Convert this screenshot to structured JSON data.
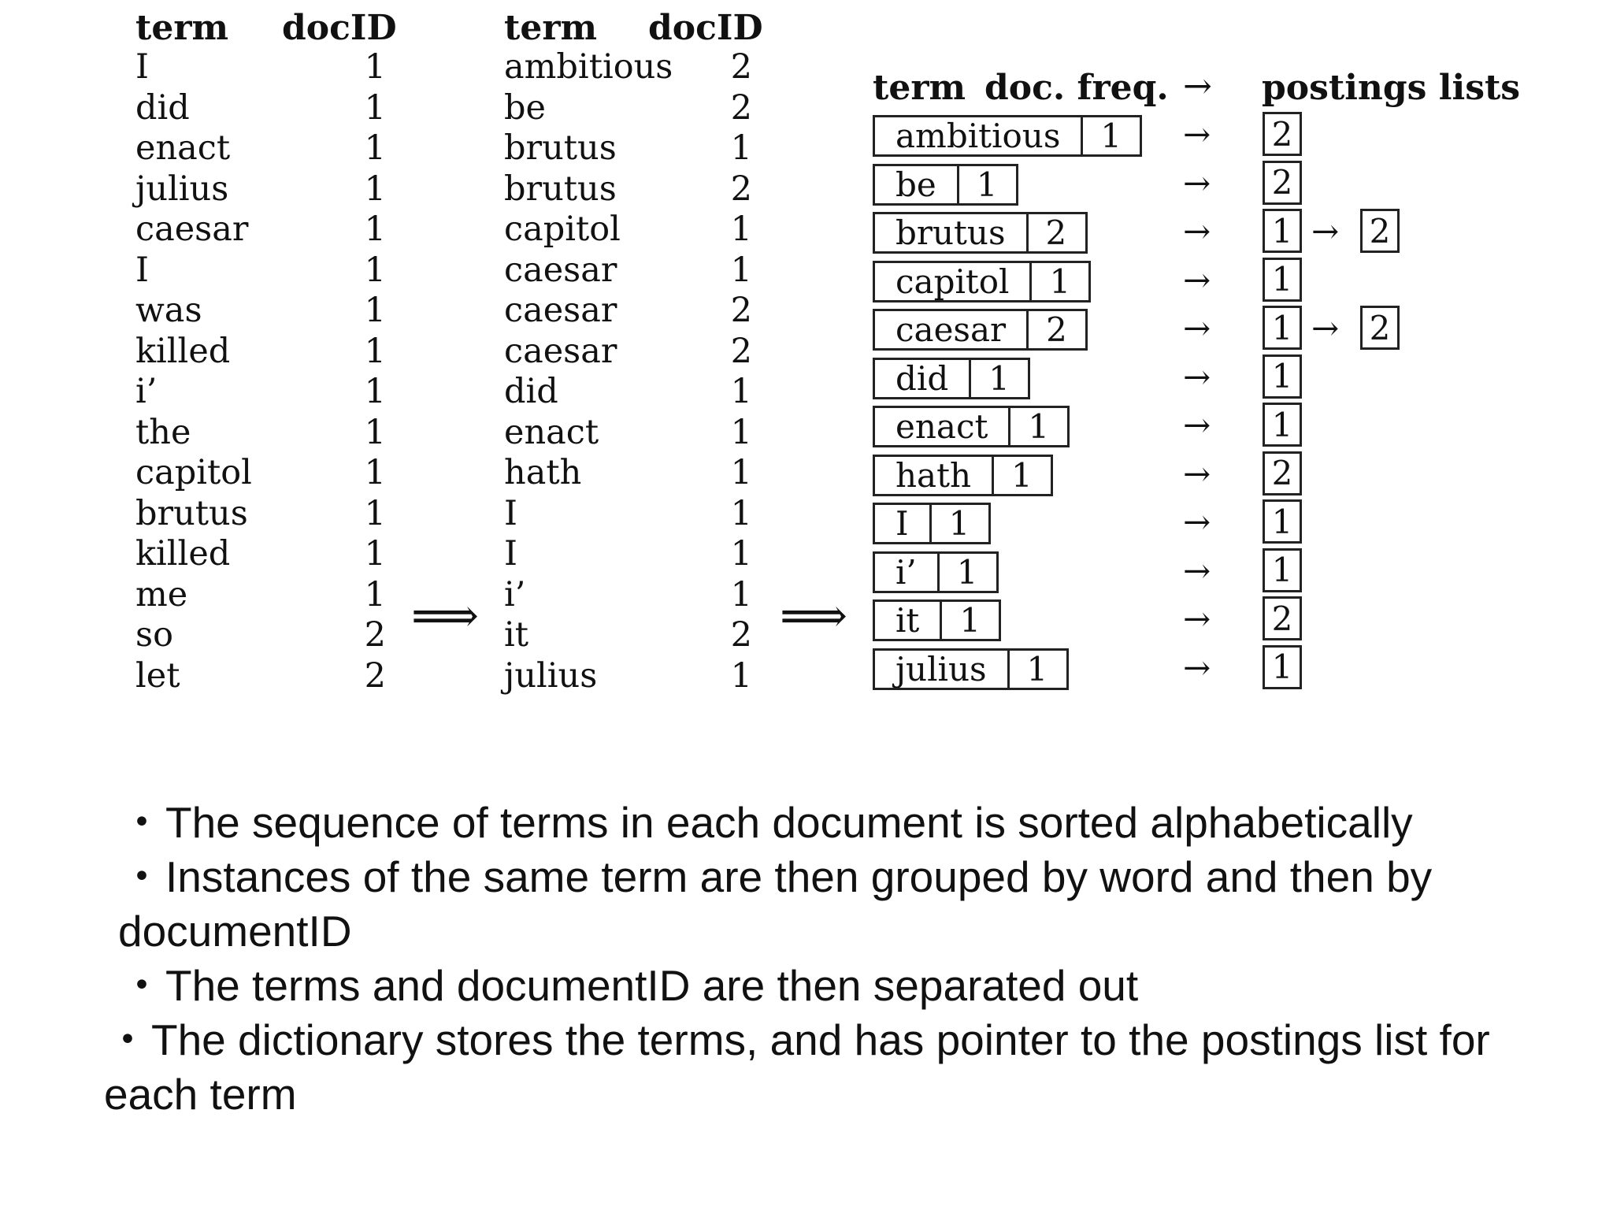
{
  "table1": {
    "headers": {
      "term": "term",
      "doc": "docID"
    },
    "rows": [
      [
        "I",
        "1"
      ],
      [
        "did",
        "1"
      ],
      [
        "enact",
        "1"
      ],
      [
        "julius",
        "1"
      ],
      [
        "caesar",
        "1"
      ],
      [
        "I",
        "1"
      ],
      [
        "was",
        "1"
      ],
      [
        "killed",
        "1"
      ],
      [
        "i’",
        "1"
      ],
      [
        "the",
        "1"
      ],
      [
        "capitol",
        "1"
      ],
      [
        "brutus",
        "1"
      ],
      [
        "killed",
        "1"
      ],
      [
        "me",
        "1"
      ],
      [
        "so",
        "2"
      ],
      [
        "let",
        "2"
      ]
    ]
  },
  "table2": {
    "headers": {
      "term": "term",
      "doc": "docID"
    },
    "rows": [
      [
        "ambitious",
        "2"
      ],
      [
        "be",
        "2"
      ],
      [
        "brutus",
        "1"
      ],
      [
        "brutus",
        "2"
      ],
      [
        "capitol",
        "1"
      ],
      [
        "caesar",
        "1"
      ],
      [
        "caesar",
        "2"
      ],
      [
        "caesar",
        "2"
      ],
      [
        "did",
        "1"
      ],
      [
        "enact",
        "1"
      ],
      [
        "hath",
        "1"
      ],
      [
        "I",
        "1"
      ],
      [
        "I",
        "1"
      ],
      [
        "i’",
        "1"
      ],
      [
        "it",
        "2"
      ],
      [
        "julius",
        "1"
      ]
    ]
  },
  "transform_arrow": "⟹",
  "dictionary": {
    "headers": {
      "term": "term",
      "freq": "doc. freq.",
      "arrow": "→",
      "postings": "postings lists"
    },
    "pointer_arrow": "→",
    "entries": [
      {
        "term": "ambitious",
        "freq": "1",
        "postings": [
          "2"
        ]
      },
      {
        "term": "be",
        "freq": "1",
        "postings": [
          "2"
        ]
      },
      {
        "term": "brutus",
        "freq": "2",
        "postings": [
          "1",
          "2"
        ]
      },
      {
        "term": "capitol",
        "freq": "1",
        "postings": [
          "1"
        ]
      },
      {
        "term": "caesar",
        "freq": "2",
        "postings": [
          "1",
          "2"
        ]
      },
      {
        "term": "did",
        "freq": "1",
        "postings": [
          "1"
        ]
      },
      {
        "term": "enact",
        "freq": "1",
        "postings": [
          "1"
        ]
      },
      {
        "term": "hath",
        "freq": "1",
        "postings": [
          "2"
        ]
      },
      {
        "term": "I",
        "freq": "1",
        "postings": [
          "1"
        ]
      },
      {
        "term": "i’",
        "freq": "1",
        "postings": [
          "1"
        ]
      },
      {
        "term": "it",
        "freq": "1",
        "postings": [
          "2"
        ]
      },
      {
        "term": "julius",
        "freq": "1",
        "postings": [
          "1"
        ]
      }
    ]
  },
  "bullets": [
    {
      "marker": "・",
      "text": "The sequence of terms in each document is sorted alphabetically"
    },
    {
      "marker": "・",
      "text": "Instances of the same term are then grouped by word and  then by documentID"
    },
    {
      "marker": "・",
      "text": "The terms and documentID are then separated out"
    },
    {
      "marker": "・",
      "text": "The dictionary stores the terms, and has pointer to the postings list for each term"
    }
  ]
}
